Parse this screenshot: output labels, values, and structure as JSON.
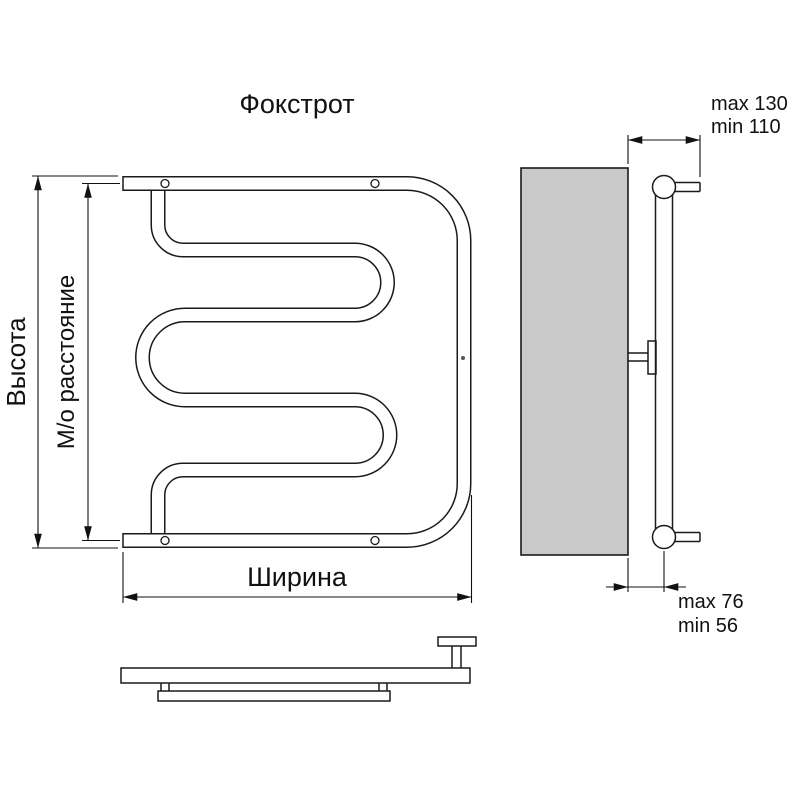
{
  "title": "Фокстрот",
  "front_view": {
    "height_label": "Высота",
    "axis_distance_label": "М/о расстояние",
    "width_label": "Ширина"
  },
  "side_view": {
    "wall_offset_max": "max 130",
    "wall_offset_min": "min 110",
    "depth_max": "max 76",
    "depth_min": "min 56"
  },
  "colors": {
    "line": "#1a1a1a",
    "wall_fill": "#c9c9c9",
    "background": "#ffffff"
  }
}
